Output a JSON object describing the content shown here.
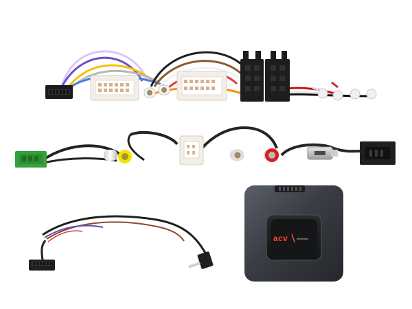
{
  "product": {
    "module_logo": "acv",
    "module_logo_subtext": "electronic"
  },
  "colors": {
    "background": "#ffffff",
    "connector_white": "#f3eee7",
    "connector_black": "#1d1d1d",
    "connector_green": "#36a13a",
    "rca_yellow": "#efe500",
    "rca_red": "#d71f1f",
    "rca_white": "#f2f2f2",
    "module_body": "#3b3e44",
    "logo_accent": "#ff4a2a"
  },
  "items": [
    {
      "name": "main-wiring-harness"
    },
    {
      "name": "camera-adapter-cable"
    },
    {
      "name": "aux-adapter-cable"
    },
    {
      "name": "usb-adapter-cable"
    },
    {
      "name": "steering-wheel-remote-cable"
    },
    {
      "name": "interface-module"
    }
  ]
}
